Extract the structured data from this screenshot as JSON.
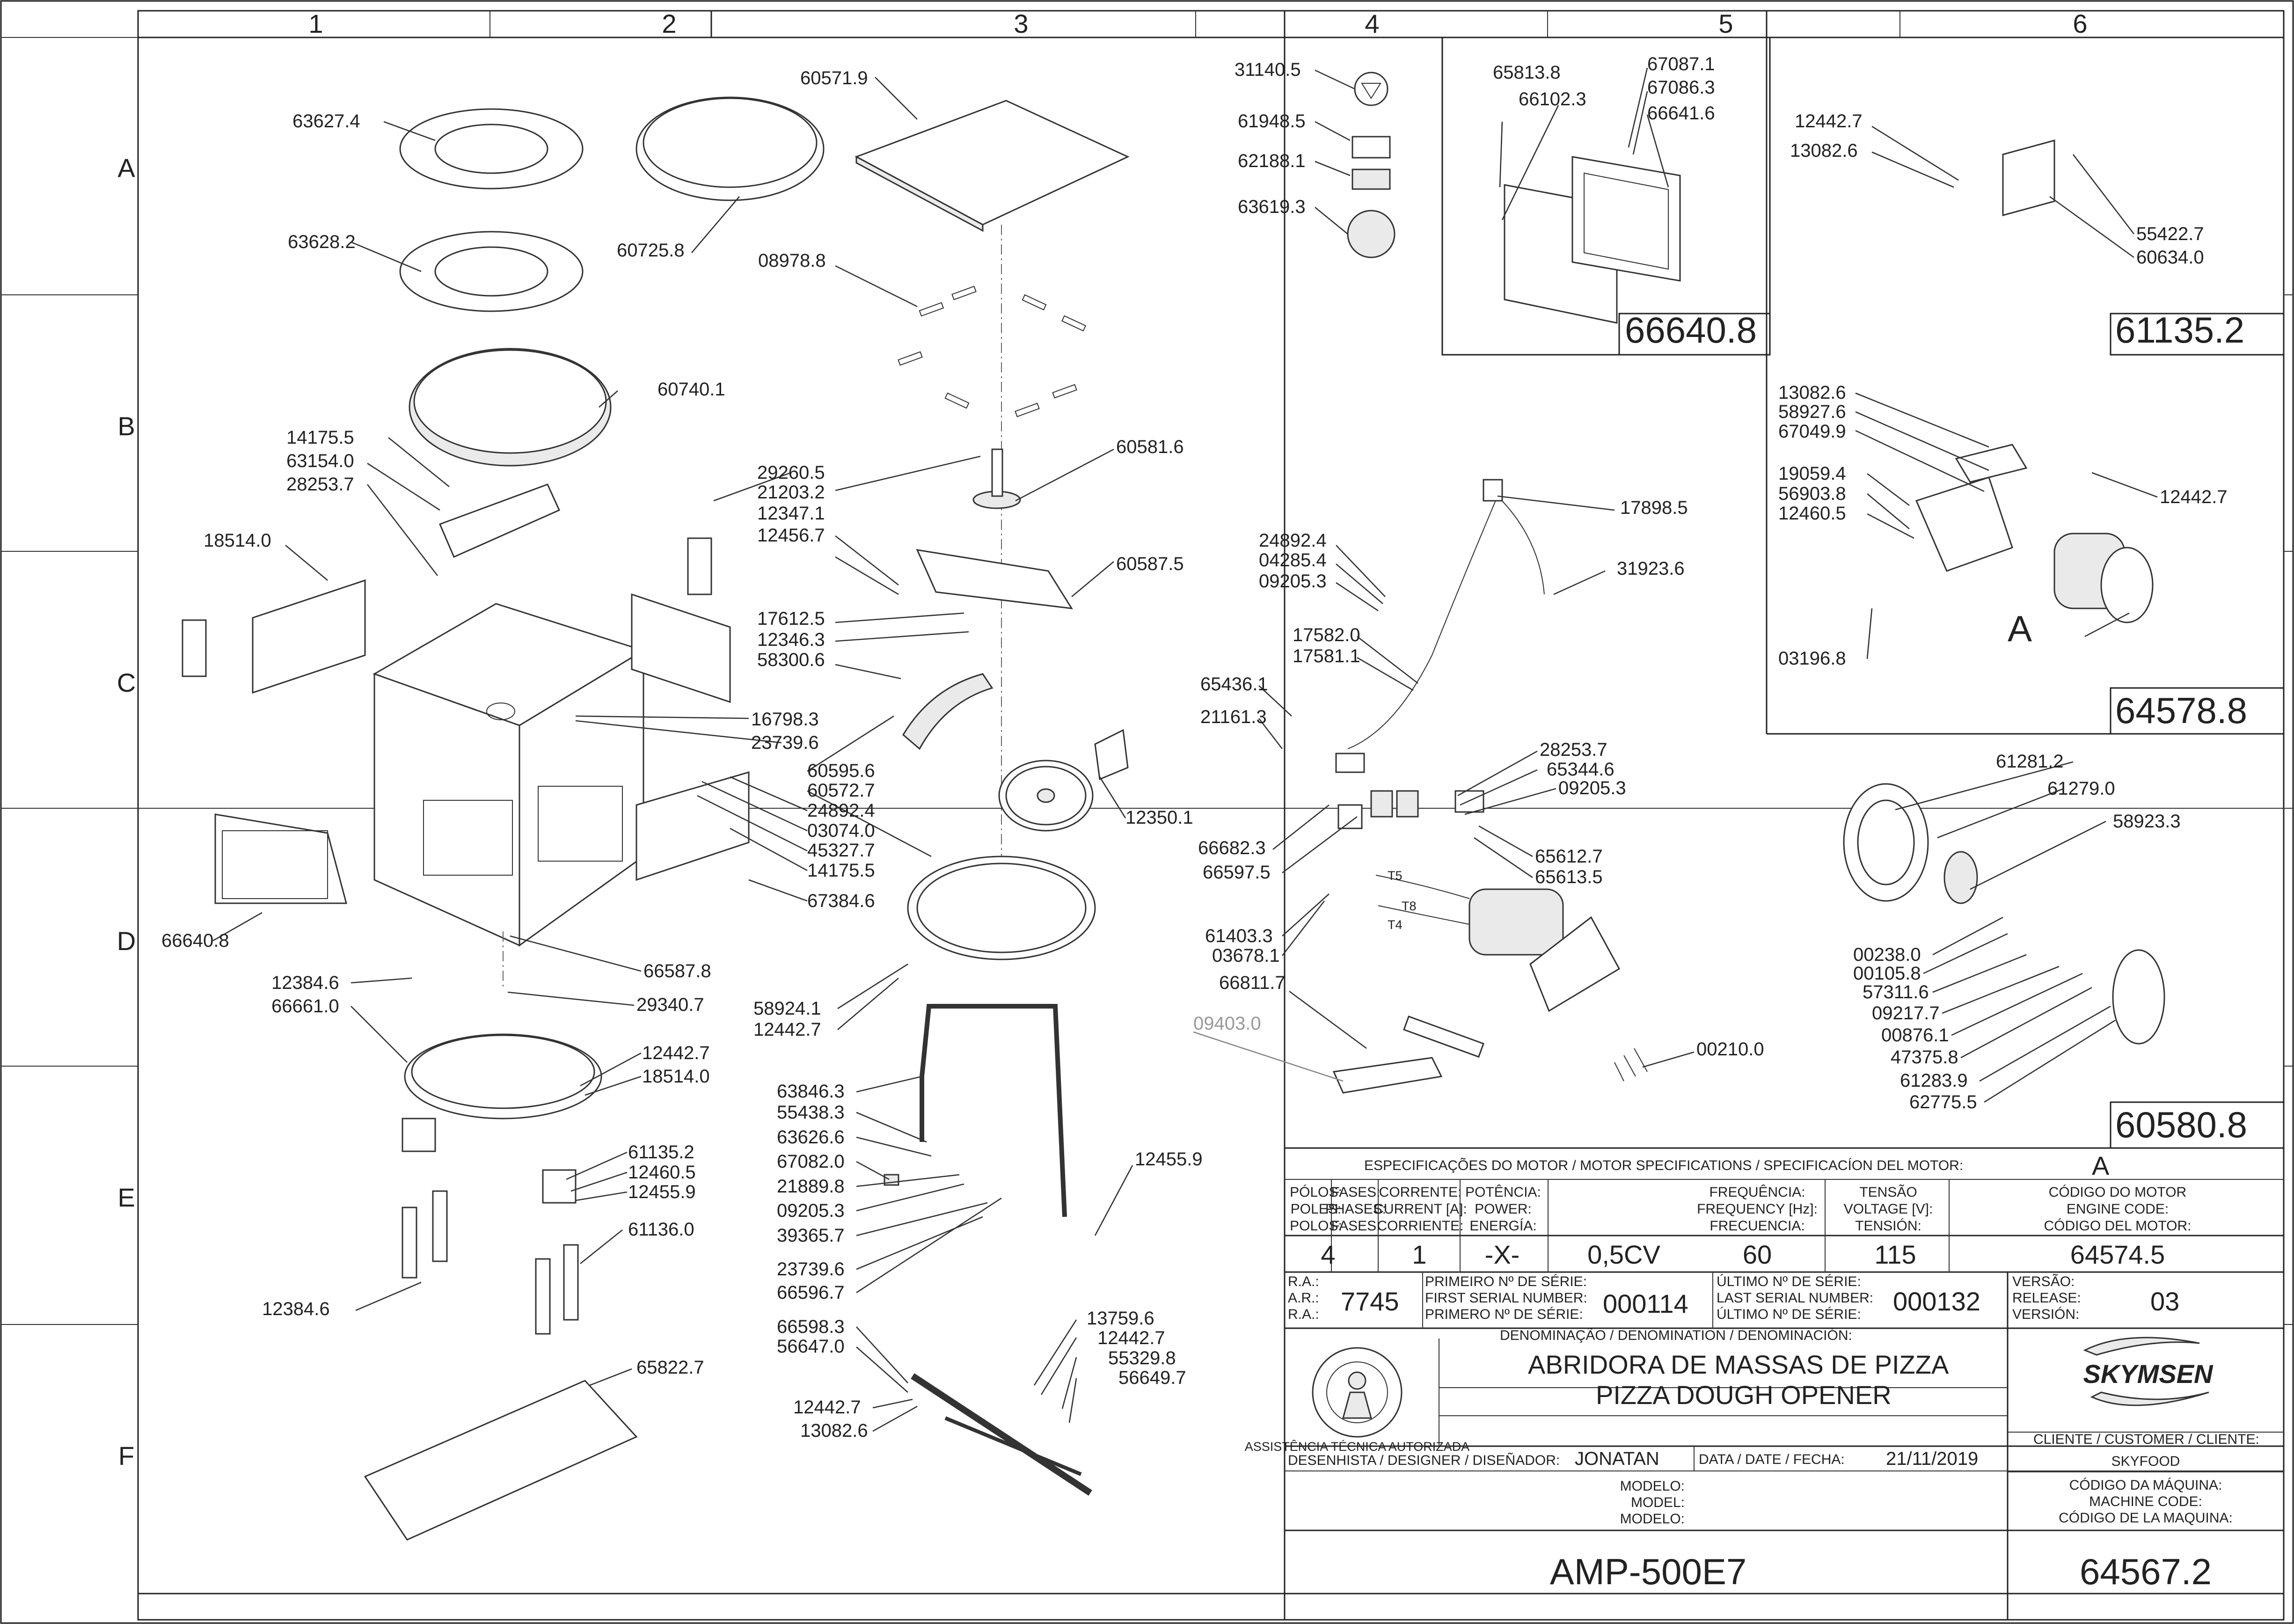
{
  "grid": {
    "columns": [
      "1",
      "2",
      "3",
      "4",
      "5",
      "6"
    ],
    "rows": [
      "A",
      "B",
      "C",
      "D",
      "E",
      "F"
    ]
  },
  "parts": [
    {
      "id": "p01",
      "code": "63627.4"
    },
    {
      "id": "p02",
      "code": "60571.9"
    },
    {
      "id": "p03",
      "code": "63628.2"
    },
    {
      "id": "p04",
      "code": "60725.8"
    },
    {
      "id": "p05",
      "code": "08978.8"
    },
    {
      "id": "p06",
      "code": "60740.1"
    },
    {
      "id": "p07",
      "code": "14175.5"
    },
    {
      "id": "p08",
      "code": "63154.0"
    },
    {
      "id": "p09",
      "code": "28253.7"
    },
    {
      "id": "p10",
      "code": "29260.5"
    },
    {
      "id": "p11",
      "code": "21203.2"
    },
    {
      "id": "p12",
      "code": "12347.1"
    },
    {
      "id": "p13",
      "code": "12456.7"
    },
    {
      "id": "p14",
      "code": "60581.6"
    },
    {
      "id": "p15",
      "code": "60587.5"
    },
    {
      "id": "p16",
      "code": "18514.0"
    },
    {
      "id": "p17",
      "code": "17612.5"
    },
    {
      "id": "p18",
      "code": "12346.3"
    },
    {
      "id": "p19",
      "code": "58300.6"
    },
    {
      "id": "p20",
      "code": "16798.3"
    },
    {
      "id": "p21",
      "code": "23739.6"
    },
    {
      "id": "p22",
      "code": "60595.6"
    },
    {
      "id": "p23",
      "code": "60572.7"
    },
    {
      "id": "p24",
      "code": "24892.4"
    },
    {
      "id": "p25",
      "code": "03074.0"
    },
    {
      "id": "p26",
      "code": "45327.7"
    },
    {
      "id": "p27",
      "code": "14175.5"
    },
    {
      "id": "p28",
      "code": "67384.6"
    },
    {
      "id": "p29",
      "code": "12350.1"
    },
    {
      "id": "p30",
      "code": "66640.8"
    },
    {
      "id": "p31",
      "code": "66587.8"
    },
    {
      "id": "p32",
      "code": "12384.6"
    },
    {
      "id": "p33",
      "code": "66661.0"
    },
    {
      "id": "p34",
      "code": "29340.7"
    },
    {
      "id": "p35",
      "code": "58924.1"
    },
    {
      "id": "p36",
      "code": "12442.7"
    },
    {
      "id": "p37",
      "code": "12442.7"
    },
    {
      "id": "p38",
      "code": "18514.0"
    },
    {
      "id": "p39",
      "code": "63846.3"
    },
    {
      "id": "p40",
      "code": "55438.3"
    },
    {
      "id": "p41",
      "code": "63626.6"
    },
    {
      "id": "p42",
      "code": "67082.0"
    },
    {
      "id": "p43",
      "code": "21889.8"
    },
    {
      "id": "p44",
      "code": "09205.3"
    },
    {
      "id": "p45",
      "code": "39365.7"
    },
    {
      "id": "p46",
      "code": "23739.6"
    },
    {
      "id": "p47",
      "code": "66596.7"
    },
    {
      "id": "p48",
      "code": "12455.9"
    },
    {
      "id": "p49",
      "code": "61135.2"
    },
    {
      "id": "p50",
      "code": "12460.5"
    },
    {
      "id": "p51",
      "code": "12455.9"
    },
    {
      "id": "p52",
      "code": "61136.0"
    },
    {
      "id": "p53",
      "code": "12384.6"
    },
    {
      "id": "p54",
      "code": "66598.3"
    },
    {
      "id": "p55",
      "code": "56647.0"
    },
    {
      "id": "p56",
      "code": "13759.6"
    },
    {
      "id": "p57",
      "code": "12442.7"
    },
    {
      "id": "p58",
      "code": "55329.8"
    },
    {
      "id": "p59",
      "code": "56649.7"
    },
    {
      "id": "p60",
      "code": "12442.7"
    },
    {
      "id": "p61",
      "code": "13082.6"
    },
    {
      "id": "p62",
      "code": "65822.7"
    },
    {
      "id": "p63",
      "code": "31140.5"
    },
    {
      "id": "p64",
      "code": "61948.5"
    },
    {
      "id": "p65",
      "code": "62188.1"
    },
    {
      "id": "p66",
      "code": "63619.3"
    },
    {
      "id": "p67",
      "code": "24892.4"
    },
    {
      "id": "p68",
      "code": "04285.4"
    },
    {
      "id": "p69",
      "code": "09205.3"
    },
    {
      "id": "p70",
      "code": "17898.5"
    },
    {
      "id": "p71",
      "code": "31923.6"
    },
    {
      "id": "p72",
      "code": "17582.0"
    },
    {
      "id": "p73",
      "code": "17581.1"
    },
    {
      "id": "p74",
      "code": "65436.1"
    },
    {
      "id": "p75",
      "code": "21161.3"
    },
    {
      "id": "p76",
      "code": "28253.7"
    },
    {
      "id": "p77",
      "code": "65344.6"
    },
    {
      "id": "p78",
      "code": "09205.3"
    },
    {
      "id": "p79",
      "code": "66682.3"
    },
    {
      "id": "p80",
      "code": "66597.5"
    },
    {
      "id": "p81",
      "code": "65612.7"
    },
    {
      "id": "p82",
      "code": "65613.5"
    },
    {
      "id": "p83",
      "code": "61403.3"
    },
    {
      "id": "p84",
      "code": "03678.1"
    },
    {
      "id": "p85",
      "code": "66811.7"
    },
    {
      "id": "p86",
      "code": "09403.0"
    },
    {
      "id": "p87",
      "code": "00210.0"
    },
    {
      "id": "p88",
      "code": "65813.8"
    },
    {
      "id": "p89",
      "code": "66102.3"
    },
    {
      "id": "p90",
      "code": "67087.1"
    },
    {
      "id": "p91",
      "code": "67086.3"
    },
    {
      "id": "p92",
      "code": "66641.6"
    },
    {
      "id": "p93",
      "code": "12442.7"
    },
    {
      "id": "p94",
      "code": "13082.6"
    },
    {
      "id": "p95",
      "code": "55422.7"
    },
    {
      "id": "p96",
      "code": "60634.0"
    },
    {
      "id": "p97",
      "code": "13082.6"
    },
    {
      "id": "p98",
      "code": "58927.6"
    },
    {
      "id": "p99",
      "code": "67049.9"
    },
    {
      "id": "p100",
      "code": "19059.4"
    },
    {
      "id": "p101",
      "code": "56903.8"
    },
    {
      "id": "p102",
      "code": "12460.5"
    },
    {
      "id": "p103",
      "code": "12442.7"
    },
    {
      "id": "p104",
      "code": "03196.8"
    },
    {
      "id": "p105",
      "code": "61281.2"
    },
    {
      "id": "p106",
      "code": "61279.0"
    },
    {
      "id": "p107",
      "code": "58923.3"
    },
    {
      "id": "p108",
      "code": "00238.0"
    },
    {
      "id": "p109",
      "code": "00105.8"
    },
    {
      "id": "p110",
      "code": "57311.6"
    },
    {
      "id": "p111",
      "code": "09217.7"
    },
    {
      "id": "p112",
      "code": "00876.1"
    },
    {
      "id": "p113",
      "code": "47375.8"
    },
    {
      "id": "p114",
      "code": "61283.9"
    },
    {
      "id": "p115",
      "code": "62775.5"
    }
  ],
  "wire_labels": [
    "T5",
    "T8",
    "T4"
  ],
  "assemblies": [
    {
      "id": "a1",
      "code": "66640.8"
    },
    {
      "id": "a2",
      "code": "61135.2"
    },
    {
      "id": "a3",
      "code": "64578.8"
    },
    {
      "id": "a4",
      "code": "60580.8"
    }
  ],
  "motor_marker": "A",
  "title_block": {
    "motor_spec_title": "ESPECIFICAÇÕES DO MOTOR / MOTOR SPECIFICATIONS / SPECIFICACÍON DEL MOTOR:",
    "motor_letter": "A",
    "columns": [
      {
        "label": [
          "PÓLOS:",
          "POLES:",
          "POLOS:"
        ],
        "value": "4"
      },
      {
        "label": [
          "FASES:",
          "PHASES:",
          "FASES:"
        ],
        "value": "1"
      },
      {
        "label": [
          "CORRENTE:",
          "CURRENT [A]:",
          "CORRIENTE:"
        ],
        "value": "-X-"
      },
      {
        "label": [
          "POTÊNCIA:",
          "POWER:",
          "ENERGÍA:"
        ],
        "value": "0,5CV"
      },
      {
        "label": [
          "FREQUÊNCIA:",
          "FREQUENCY [Hz]:",
          "FRECUENCIA:"
        ],
        "value": "60"
      },
      {
        "label": [
          "TENSÃO",
          "VOLTAGE [V]:",
          "TENSIÓN:"
        ],
        "value": "115"
      },
      {
        "label": [
          "CÓDIGO DO MOTOR",
          "ENGINE CODE:",
          "CÓDIGO DEL MOTOR:"
        ],
        "value": "64574.5"
      }
    ],
    "ra_labels": [
      "R.A.:",
      "A.R.:",
      "R.A.:"
    ],
    "ra_value": "7745",
    "first_serial_labels": [
      "PRIMEIRO Nº DE SÉRIE:",
      "FIRST SERIAL NUMBER:",
      "PRIMERO Nº DE SÉRIE:"
    ],
    "first_serial": "000114",
    "last_serial_labels": [
      "ÚLTIMO Nº DE SÉRIE:",
      "LAST SERIAL NUMBER:",
      "ÚLTIMO Nº DE SÉRIE:"
    ],
    "last_serial": "000132",
    "version_labels": [
      "VERSÃO:",
      "RELEASE:",
      "VERSIÓN:"
    ],
    "version": "03",
    "denomination_label": "DENOMINAÇÃO / DENOMINATION / DENOMINACIÓN:",
    "name_pt": "ABRIDORA DE MASSAS DE PIZZA",
    "name_en": "PIZZA DOUGH OPENER",
    "brand": "SKYMSEN",
    "seal_text": "ASSISTÊNCIA TÉCNICA AUTORIZADA",
    "customer_label": "CLIENTE / CUSTOMER / CLIENTE:",
    "customer": "SKYFOOD",
    "designer_label": "DESENHISTA / DESIGNER / DISEÑADOR:",
    "designer": "JONATAN",
    "date_label": "DATA / DATE / FECHA:",
    "date": "21/11/2019",
    "model_labels": [
      "MODELO:",
      "MODEL:",
      "MODELO:"
    ],
    "machine_code_labels": [
      "CÓDIGO DA MÁQUINA:",
      "MACHINE CODE:",
      "CÓDIGO DE LA MAQUINA:"
    ],
    "model": "AMP-500E7",
    "machine_code": "64567.2"
  }
}
